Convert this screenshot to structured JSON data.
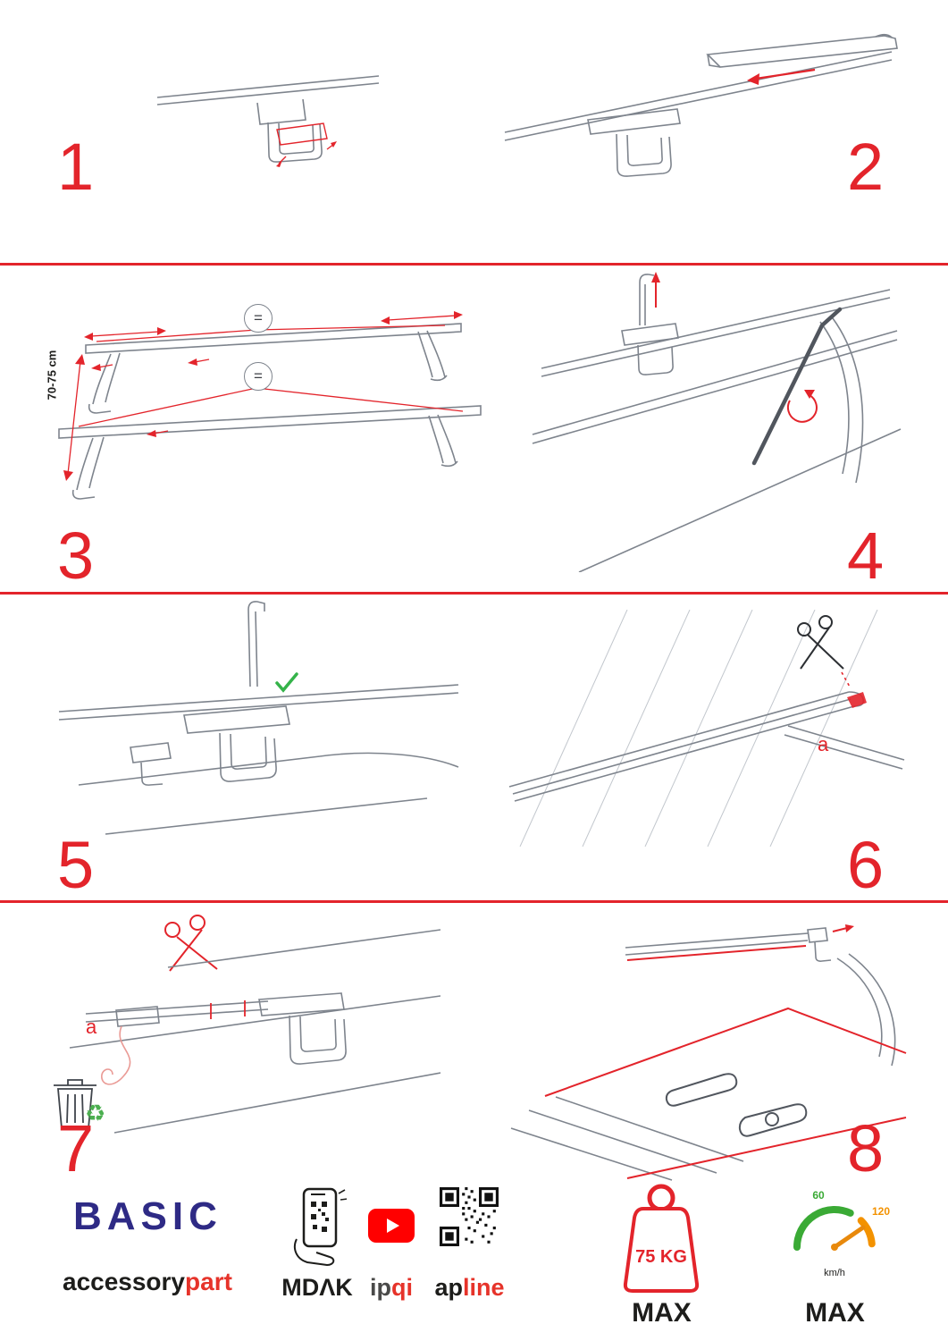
{
  "steps": [
    {
      "number": "1"
    },
    {
      "number": "2"
    },
    {
      "number": "3"
    },
    {
      "number": "4"
    },
    {
      "number": "5"
    },
    {
      "number": "6"
    },
    {
      "number": "7"
    },
    {
      "number": "8"
    }
  ],
  "labels": {
    "dimension": "70-75 cm",
    "equals": "=",
    "part_a": "a"
  },
  "icons": {
    "recycle": "♻"
  },
  "footer": {
    "brand_title": "BASIC",
    "brand_sub_black": "accessory",
    "brand_sub_red": "part",
    "mdak_label": "MDΛK",
    "ipqi_black": "ip",
    "ipqi_red": "qi",
    "apline_black": "ap",
    "apline_red": "line",
    "weight_value": "75 KG",
    "weight_max": "MAX",
    "speed_60": "60",
    "speed_120": "120",
    "speed_unit": "km/h",
    "speed_max": "MAX"
  },
  "colors": {
    "accent_red": "#e3242b",
    "brand_blue": "#2e2a85",
    "youtube_red": "#ff0000",
    "check_green": "#35b34a",
    "gauge_green": "#3aaa35",
    "gauge_orange": "#f39200",
    "recycle_green": "#4caf50"
  }
}
